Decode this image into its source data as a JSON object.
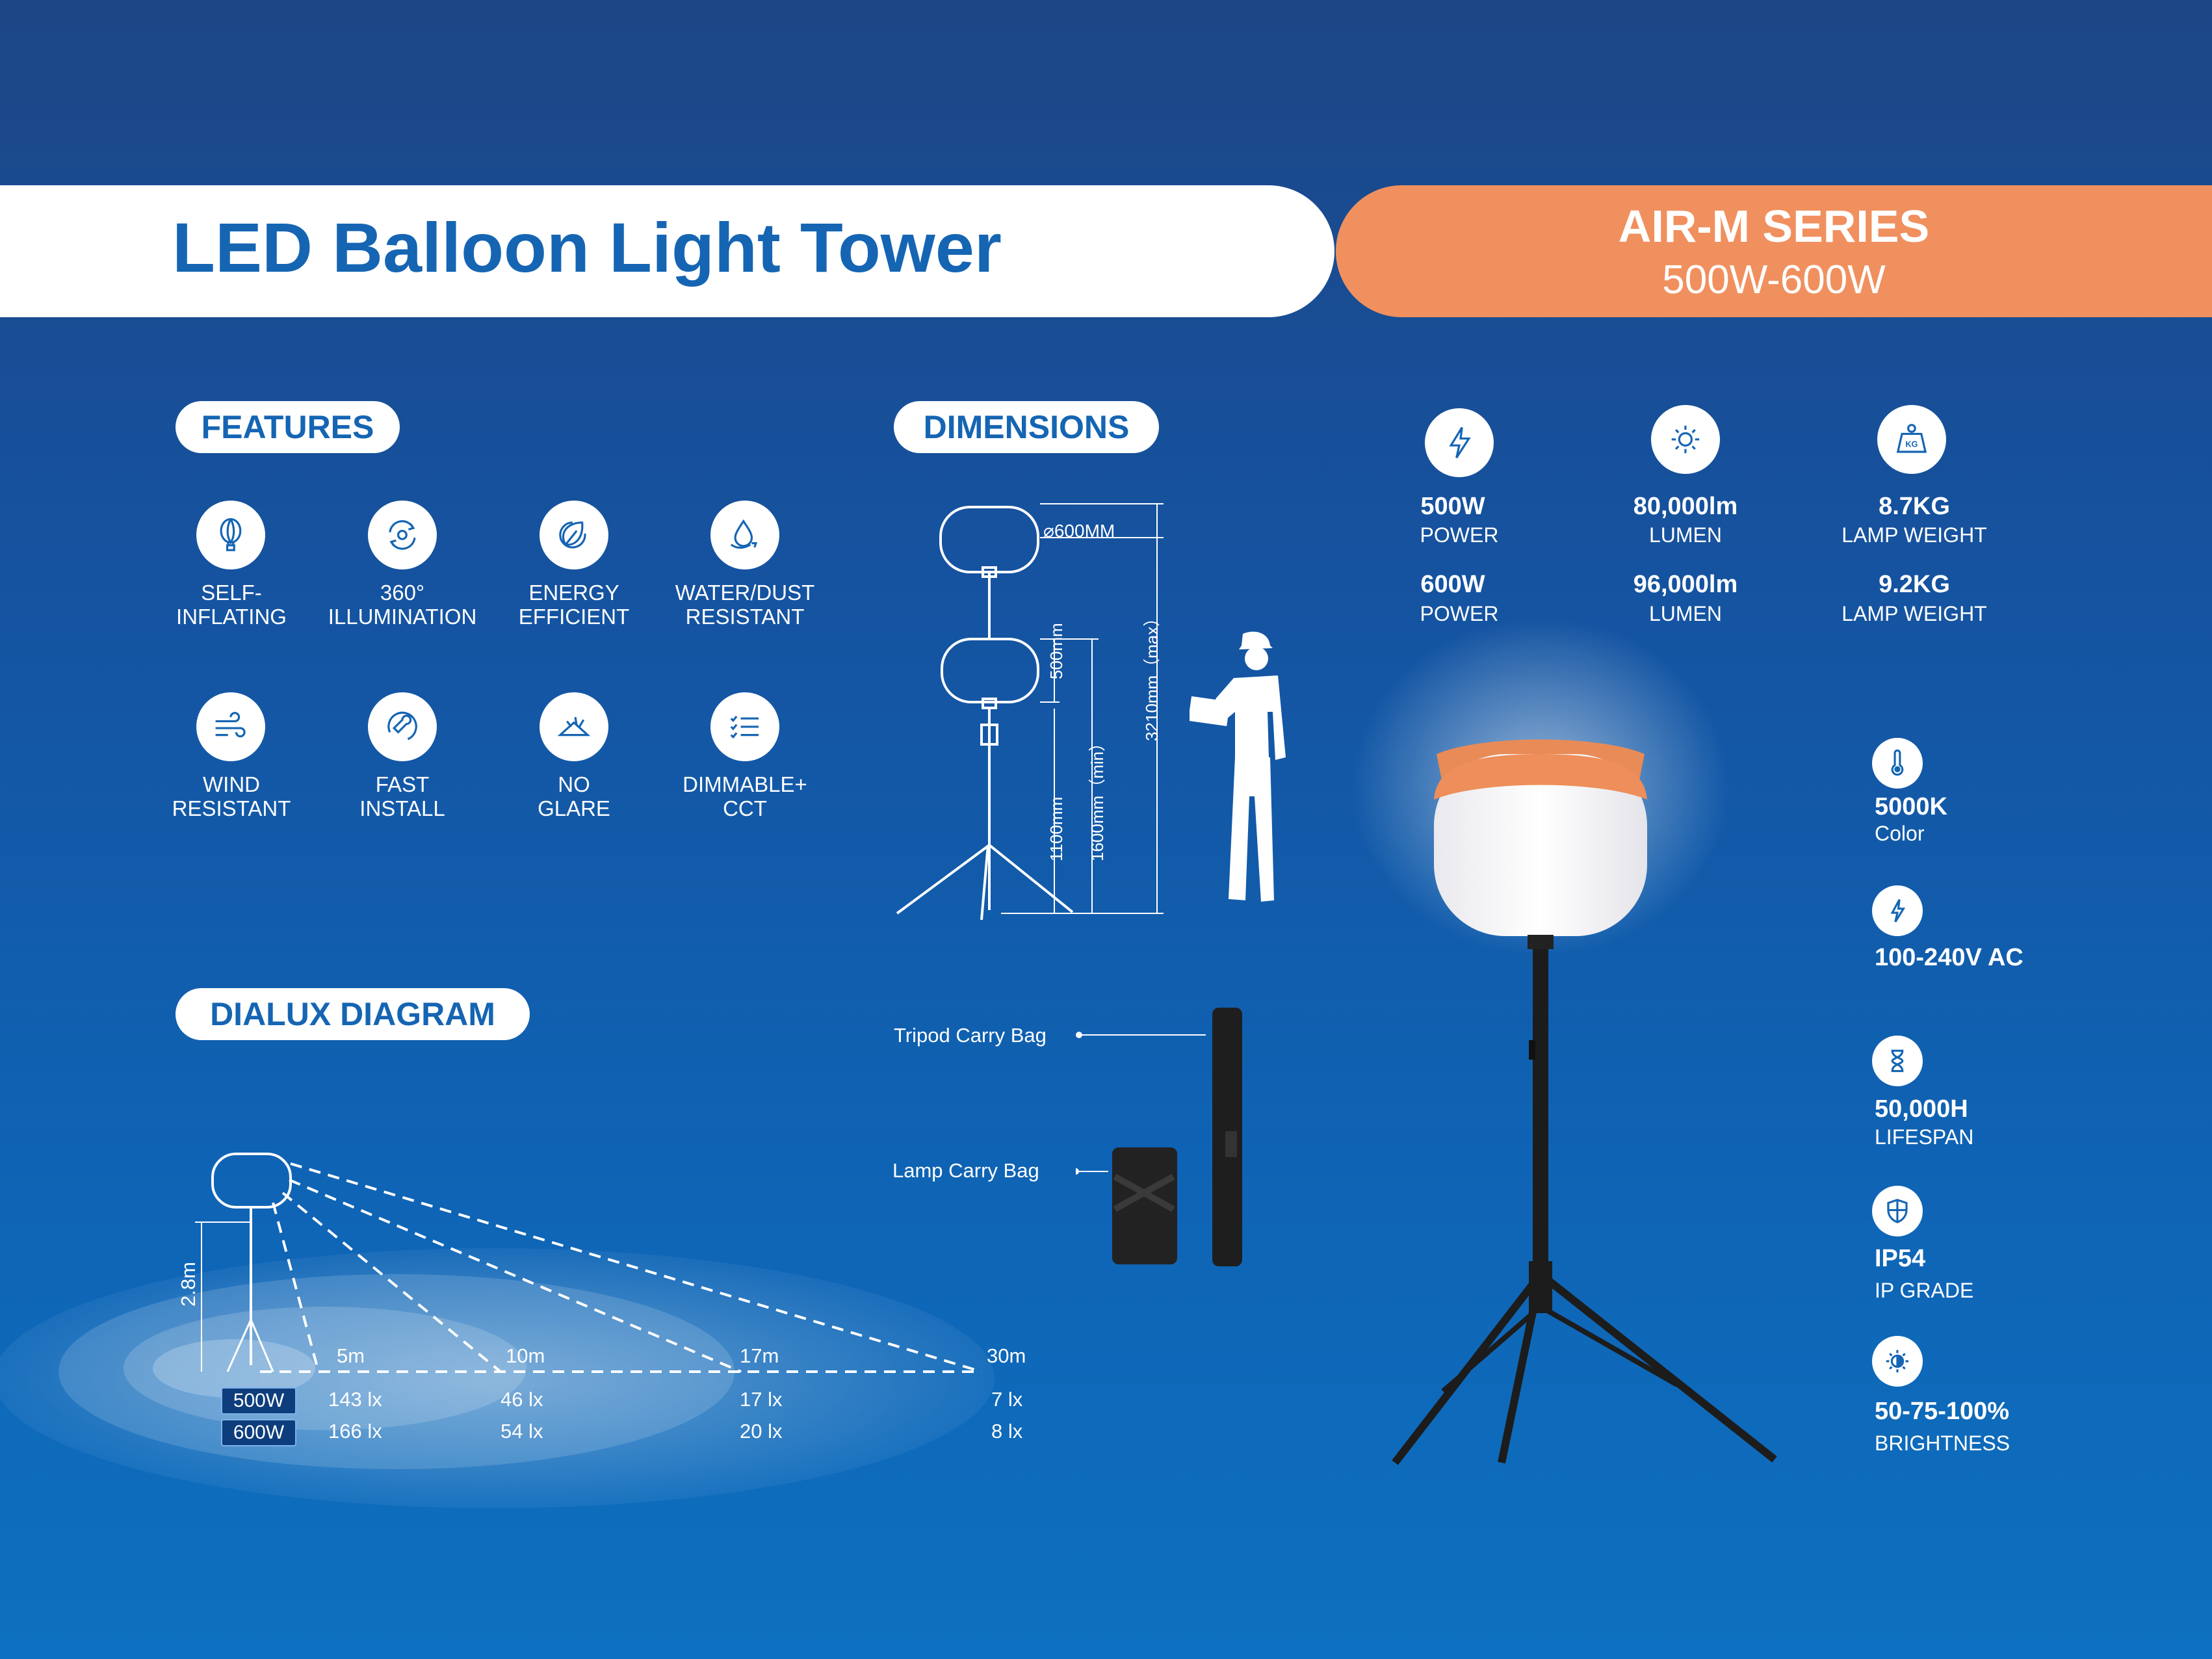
{
  "header": {
    "title": "LED Balloon Light Tower",
    "series_name": "AIR-M SERIES",
    "series_range": "500W-600W"
  },
  "colors": {
    "brand_blue": "#1565b3",
    "accent_orange": "#f0905e",
    "background": "#1553a0"
  },
  "sections": {
    "features": "FEATURES",
    "dimensions": "DIMENSIONS",
    "dialux": "DIALUX DIAGRAM"
  },
  "features": [
    {
      "icon": "balloon-icon",
      "line1": "SELF-",
      "line2": "INFLATING"
    },
    {
      "icon": "rotate-360-icon",
      "line1": "360°",
      "line2": "ILLUMINATION"
    },
    {
      "icon": "energy-leaf-icon",
      "line1": "ENERGY",
      "line2": "EFFICIENT"
    },
    {
      "icon": "water-drop-icon",
      "line1": "WATER/DUST",
      "line2": "RESISTANT"
    },
    {
      "icon": "wind-icon",
      "line1": "WIND",
      "line2": "RESISTANT"
    },
    {
      "icon": "wrench-icon",
      "line1": "FAST",
      "line2": "INSTALL"
    },
    {
      "icon": "no-glare-icon",
      "line1": "NO",
      "line2": "GLARE"
    },
    {
      "icon": "dimmable-list-icon",
      "line1": "DIMMABLE+",
      "line2": "CCT"
    }
  ],
  "dimensions": {
    "diameter": "600MM",
    "head_height": "500mm",
    "base_height": "1100mm",
    "min_height": "1600mm（min）",
    "max_height": "3210mm（max）"
  },
  "bags": {
    "tripod": "Tripod Carry Bag",
    "lamp": "Lamp Carry Bag"
  },
  "specs": [
    {
      "icon": "lightning-icon",
      "v1": "500W",
      "l1": "POWER",
      "v2": "600W",
      "l2": "POWER"
    },
    {
      "icon": "sun-icon",
      "v1": "80,000lm",
      "l1": "LUMEN",
      "v2": "96,000lm",
      "l2": "LUMEN"
    },
    {
      "icon": "weight-kg-icon",
      "v1": "8.7KG",
      "l1": "LAMP WEIGHT",
      "v2": "9.2KG",
      "l2": "LAMP WEIGHT"
    }
  ],
  "side_specs": [
    {
      "icon": "thermometer-icon",
      "value": "5000K",
      "label": "Color"
    },
    {
      "icon": "bolt-icon",
      "value": "100-240V AC",
      "label": ""
    },
    {
      "icon": "hourglass-icon",
      "value": "50,000H",
      "label": "LIFESPAN"
    },
    {
      "icon": "shield-icon",
      "value": "IP54",
      "label": "IP GRADE"
    },
    {
      "icon": "brightness-icon",
      "value": "50-75-100%",
      "label": "BRIGHTNESS"
    }
  ],
  "dialux": {
    "height": "2.8m",
    "distances": [
      "5m",
      "10m",
      "17m",
      "30m"
    ],
    "rows": [
      {
        "tag": "500W",
        "values": [
          "143 lx",
          "46 lx",
          "17 lx",
          "7 lx"
        ]
      },
      {
        "tag": "600W",
        "values": [
          "166 lx",
          "54 lx",
          "20 lx",
          "8 lx"
        ]
      }
    ]
  }
}
